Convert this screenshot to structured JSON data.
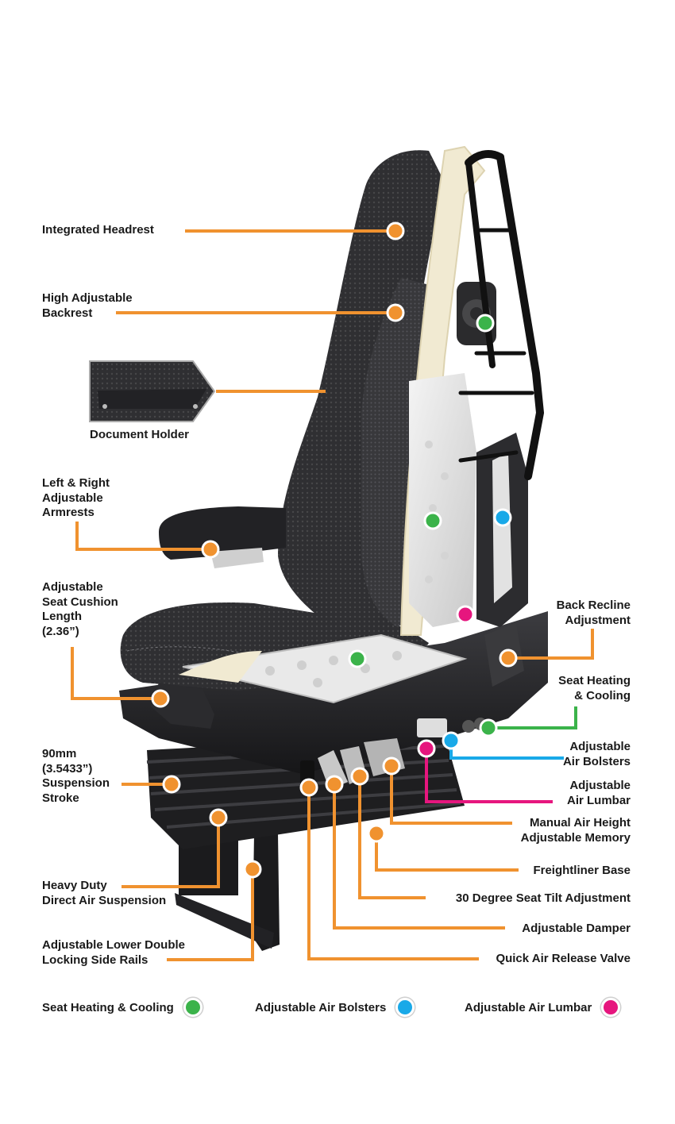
{
  "colors": {
    "leader": "#f0922f",
    "heating_cooling": "#3bb34a",
    "air_bolsters": "#19a9e8",
    "air_lumbar": "#e6167e",
    "seat_dark": "#2a2a2c",
    "seat_mid": "#3a3a3d",
    "foam": "#f1ead2",
    "frame": "#111111",
    "text": "#1a1a1a"
  },
  "labels": {
    "integrated_headrest": "Integrated Headrest",
    "high_adjustable_backrest": "High Adjustable\nBackrest",
    "document_holder": "Document Holder",
    "armrests": "Left & Right\nAdjustable\nArmrests",
    "seat_cushion_length": "Adjustable\nSeat Cushion\nLength\n(2.36”)",
    "suspension_stroke": "90mm\n(3.5433”)\nSuspension\nStroke",
    "heavy_duty_suspension": "Heavy Duty\nDirect Air Suspension",
    "lower_side_rails": "Adjustable Lower Double\nLocking Side Rails",
    "back_recline": "Back Recline\nAdjustment",
    "heating_cooling": "Seat Heating\n& Cooling",
    "air_bolsters": "Adjustable\nAir Bolsters",
    "air_lumbar": "Adjustable\nAir Lumbar",
    "manual_air_height": "Manual Air Height\nAdjustable Memory",
    "freightliner_base": "Freightliner Base",
    "seat_tilt": "30 Degree Seat Tilt Adjustment",
    "adjustable_damper": "Adjustable Damper",
    "quick_air_release": "Quick Air Release Valve"
  },
  "legend": [
    {
      "label": "Seat Heating & Cooling",
      "color": "#3bb34a"
    },
    {
      "label": "Adjustable Air Bolsters",
      "color": "#19a9e8"
    },
    {
      "label": "Adjustable Air Lumbar",
      "color": "#e6167e"
    }
  ]
}
